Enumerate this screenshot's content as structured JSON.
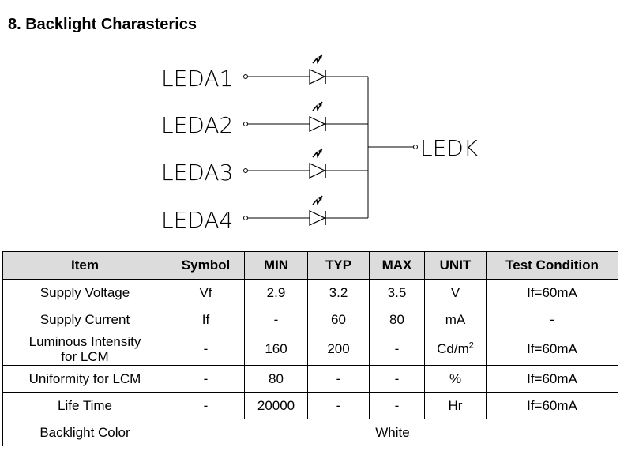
{
  "section_title": "8. Backlight Charasterics",
  "diagram": {
    "inputs": [
      "LEDA1",
      "LEDA2",
      "LEDA3",
      "LEDA4"
    ],
    "output": "LEDK"
  },
  "table": {
    "headers": [
      "Item",
      "Symbol",
      "MIN",
      "TYP",
      "MAX",
      "UNIT",
      "Test Condition"
    ],
    "rows": [
      {
        "item": "Supply  Voltage",
        "symbol": "Vf",
        "min": "2.9",
        "typ": "3.2",
        "max": "3.5",
        "unit": "V",
        "cond": "If=60mA"
      },
      {
        "item": "Supply  Current",
        "symbol": "If",
        "min": "-",
        "typ": "60",
        "max": "80",
        "unit": "mA",
        "cond": "-"
      },
      {
        "item_line1": "Luminous  Intensity",
        "item_line2": "for  LCM",
        "symbol": "-",
        "min": "160",
        "typ": "200",
        "max": "-",
        "unit_base": "Cd/m",
        "unit_sup": "2",
        "cond": "If=60mA"
      },
      {
        "item": "Uniformity  for  LCM",
        "symbol": "-",
        "min": "80",
        "typ": "-",
        "max": "-",
        "unit": "%",
        "cond": "If=60mA"
      },
      {
        "item": "Life  Time",
        "symbol": "-",
        "min": "20000",
        "typ": "-",
        "max": "-",
        "unit": "Hr",
        "cond": "If=60mA"
      }
    ],
    "color_row": {
      "item": "Backlight  Color",
      "value": "White"
    }
  }
}
